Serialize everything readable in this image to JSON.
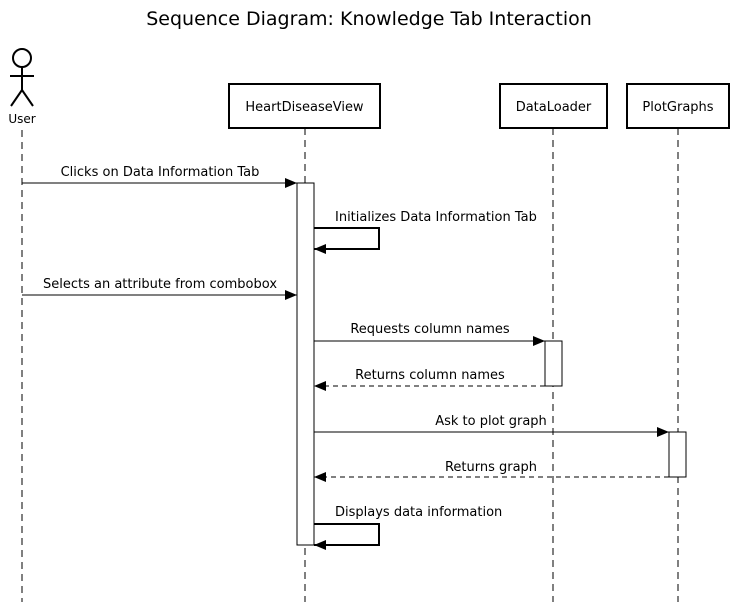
{
  "diagram": {
    "title": "Sequence Diagram: Knowledge Tab Interaction",
    "actor": {
      "label": "User"
    },
    "lifelines": [
      {
        "label": "HeartDiseaseView"
      },
      {
        "label": "DataLoader"
      },
      {
        "label": "PlotGraphs"
      }
    ],
    "messages": [
      {
        "label": "Clicks on Data Information Tab"
      },
      {
        "label": "Initializes Data Information Tab"
      },
      {
        "label": "Selects an attribute from combobox"
      },
      {
        "label": "Requests column names"
      },
      {
        "label": "Returns column names"
      },
      {
        "label": "Ask to plot graph"
      },
      {
        "label": "Returns graph"
      },
      {
        "label": "Displays data information"
      }
    ]
  }
}
